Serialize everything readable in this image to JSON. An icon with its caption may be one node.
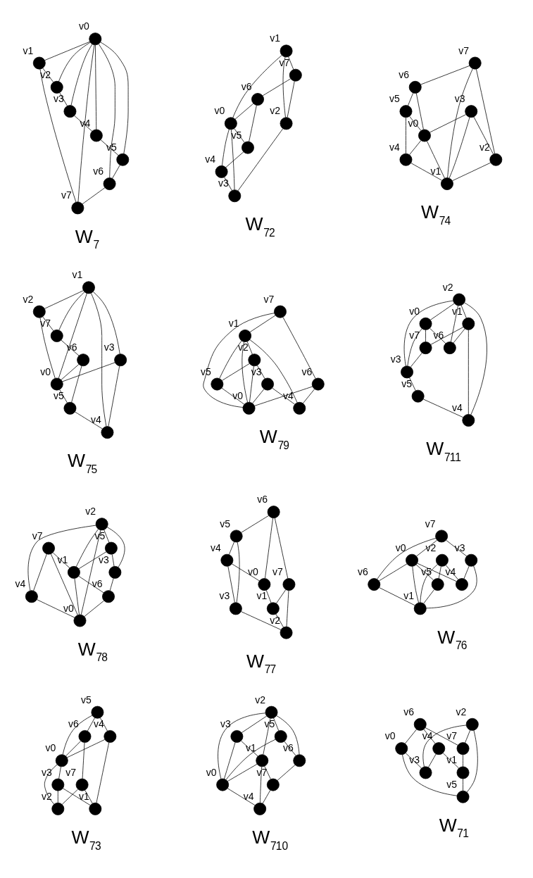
{
  "diagram": {
    "nodes": [
      {
        "text": [],
        "shape": "circle",
        "beside": [
          "v0"
        ]
      },
      {
        "text": [],
        "shape": "circle",
        "beside": [
          "v1"
        ]
      },
      {
        "text": [],
        "shape": "circle",
        "beside": [
          "v2"
        ]
      },
      {
        "text": [],
        "shape": "circle",
        "beside": [
          "v3"
        ]
      },
      {
        "text": [],
        "shape": "circle",
        "beside": [
          "v4"
        ]
      },
      {
        "text": [],
        "shape": "circle",
        "beside": [
          "v5"
        ]
      },
      {
        "text": [],
        "shape": "circle",
        "beside": [
          "v6"
        ]
      },
      {
        "text": [],
        "shape": "circle",
        "beside": [
          "v7"
        ]
      },
      {
        "text": [],
        "shape": "circle",
        "beside": [
          "v0"
        ]
      },
      {
        "text": [],
        "shape": "circle",
        "beside": [
          "v1"
        ]
      },
      {
        "text": [],
        "shape": "circle",
        "beside": [
          "v2"
        ]
      },
      {
        "text": [],
        "shape": "circle",
        "beside": [
          "v3"
        ]
      },
      {
        "text": [],
        "shape": "circle",
        "beside": [
          "v4"
        ]
      },
      {
        "text": [],
        "shape": "circle",
        "beside": [
          "v5"
        ]
      },
      {
        "text": [],
        "shape": "circle",
        "beside": [
          "v6"
        ]
      },
      {
        "text": [],
        "shape": "circle",
        "beside": [
          "v7"
        ]
      },
      {
        "text": [],
        "shape": "circle",
        "beside": [
          "v0"
        ]
      },
      {
        "text": [],
        "shape": "circle",
        "beside": [
          "v1"
        ]
      },
      {
        "text": [],
        "shape": "circle",
        "beside": [
          "v2"
        ]
      },
      {
        "text": [],
        "shape": "circle",
        "beside": [
          "v3"
        ]
      },
      {
        "text": [],
        "shape": "circle",
        "beside": [
          "v4"
        ]
      },
      {
        "text": [],
        "shape": "circle",
        "beside": [
          "v5"
        ]
      },
      {
        "text": [],
        "shape": "circle",
        "beside": [
          "v6"
        ]
      },
      {
        "text": [],
        "shape": "circle",
        "beside": [
          "v7"
        ]
      },
      {
        "text": [],
        "shape": "circle",
        "beside": [
          "v0"
        ]
      },
      {
        "text": [],
        "shape": "circle",
        "beside": [
          "v1"
        ]
      },
      {
        "text": [],
        "shape": "circle",
        "beside": [
          "v2"
        ]
      },
      {
        "text": [],
        "shape": "circle",
        "beside": [
          "v3"
        ]
      },
      {
        "text": [],
        "shape": "circle",
        "beside": [
          "v4"
        ]
      },
      {
        "text": [],
        "shape": "circle",
        "beside": [
          "v5"
        ]
      },
      {
        "text": [],
        "shape": "circle",
        "beside": [
          "v6"
        ]
      },
      {
        "text": [],
        "shape": "circle",
        "beside": [
          "v7"
        ]
      },
      {
        "text": [],
        "shape": "circle",
        "beside": [
          "v0"
        ]
      },
      {
        "text": [],
        "shape": "circle",
        "beside": [
          "v1"
        ]
      },
      {
        "text": [],
        "shape": "circle",
        "beside": [
          "v2"
        ]
      },
      {
        "text": [],
        "shape": "circle",
        "beside": [
          "v3"
        ]
      },
      {
        "text": [],
        "shape": "circle",
        "beside": [
          "v4"
        ]
      },
      {
        "text": [],
        "shape": "circle",
        "beside": [
          "v5"
        ]
      },
      {
        "text": [],
        "shape": "circle",
        "beside": [
          "v6"
        ]
      },
      {
        "text": [],
        "shape": "circle",
        "beside": [
          "v7"
        ]
      },
      {
        "text": [],
        "shape": "circle",
        "beside": [
          "v0"
        ]
      },
      {
        "text": [],
        "shape": "circle",
        "beside": [
          "v1"
        ]
      },
      {
        "text": [],
        "shape": "circle",
        "beside": [
          "v2"
        ]
      },
      {
        "text": [],
        "shape": "circle",
        "beside": [
          "v3"
        ]
      },
      {
        "text": [],
        "shape": "circle",
        "beside": [
          "v4"
        ]
      },
      {
        "text": [],
        "shape": "circle",
        "beside": [
          "v5"
        ]
      },
      {
        "text": [],
        "shape": "circle",
        "beside": [
          "v6"
        ]
      },
      {
        "text": [],
        "shape": "circle",
        "beside": [
          "v7"
        ]
      },
      {
        "text": [],
        "shape": "circle",
        "beside": [
          "v0"
        ]
      },
      {
        "text": [],
        "shape": "circle",
        "beside": [
          "v1"
        ]
      },
      {
        "text": [],
        "shape": "circle",
        "beside": [
          "v2"
        ]
      },
      {
        "text": [],
        "shape": "circle",
        "beside": [
          "v3"
        ]
      },
      {
        "text": [],
        "shape": "circle",
        "beside": [
          "v4"
        ]
      },
      {
        "text": [],
        "shape": "circle",
        "beside": [
          "v5"
        ]
      },
      {
        "text": [],
        "shape": "circle",
        "beside": [
          "v6"
        ]
      },
      {
        "text": [],
        "shape": "circle",
        "beside": [
          "v7"
        ]
      },
      {
        "text": [],
        "shape": "circle",
        "beside": [
          "v0"
        ]
      },
      {
        "text": [],
        "shape": "circle",
        "beside": [
          "v1"
        ]
      },
      {
        "text": [],
        "shape": "circle",
        "beside": [
          "v2"
        ]
      },
      {
        "text": [],
        "shape": "circle",
        "beside": [
          "v3"
        ]
      },
      {
        "text": [],
        "shape": "circle",
        "beside": [
          "v4"
        ]
      },
      {
        "text": [],
        "shape": "circle",
        "beside": [
          "v5"
        ]
      },
      {
        "text": [],
        "shape": "circle",
        "beside": [
          "v6"
        ]
      },
      {
        "text": [],
        "shape": "circle",
        "beside": [
          "v7"
        ]
      },
      {
        "text": [],
        "shape": "circle",
        "beside": [
          "v0"
        ]
      },
      {
        "text": [],
        "shape": "circle",
        "beside": [
          "v1"
        ]
      },
      {
        "text": [],
        "shape": "circle",
        "beside": [
          "v2"
        ]
      },
      {
        "text": [],
        "shape": "circle",
        "beside": [
          "v3"
        ]
      },
      {
        "text": [],
        "shape": "circle",
        "beside": [
          "v4"
        ]
      },
      {
        "text": [],
        "shape": "circle",
        "beside": [
          "v5"
        ]
      },
      {
        "text": [],
        "shape": "circle",
        "beside": [
          "v6"
        ]
      },
      {
        "text": [],
        "shape": "circle",
        "beside": [
          "v7"
        ]
      },
      {
        "text": [],
        "shape": "circle",
        "beside": [
          "v0"
        ]
      },
      {
        "text": [],
        "shape": "circle",
        "beside": [
          "v1"
        ]
      },
      {
        "text": [],
        "shape": "circle",
        "beside": [
          "v2"
        ]
      },
      {
        "text": [],
        "shape": "circle",
        "beside": [
          "v3"
        ]
      },
      {
        "text": [],
        "shape": "circle",
        "beside": [
          "v4"
        ]
      },
      {
        "text": [],
        "shape": "circle",
        "beside": [
          "v5"
        ]
      },
      {
        "text": [],
        "shape": "circle",
        "beside": [
          "v6"
        ]
      },
      {
        "text": [],
        "shape": "circle",
        "beside": [
          "v7"
        ]
      },
      {
        "text": [],
        "shape": "circle",
        "beside": [
          "v0"
        ]
      },
      {
        "text": [],
        "shape": "circle",
        "beside": [
          "v1"
        ]
      },
      {
        "text": [],
        "shape": "circle",
        "beside": [
          "v2"
        ]
      },
      {
        "text": [],
        "shape": "circle",
        "beside": [
          "v3"
        ]
      },
      {
        "text": [],
        "shape": "circle",
        "beside": [
          "v4"
        ]
      },
      {
        "text": [],
        "shape": "circle",
        "beside": [
          "v5"
        ]
      },
      {
        "text": [],
        "shape": "circle",
        "beside": [
          "v6"
        ]
      },
      {
        "text": [],
        "shape": "circle",
        "beside": [
          "v7"
        ]
      },
      {
        "text": [],
        "shape": "circle",
        "beside": [
          "v0"
        ]
      },
      {
        "text": [],
        "shape": "circle",
        "beside": [
          "v1"
        ]
      },
      {
        "text": [],
        "shape": "circle",
        "beside": [
          "v2"
        ]
      },
      {
        "text": [],
        "shape": "circle",
        "beside": [
          "v3"
        ]
      },
      {
        "text": [],
        "shape": "circle",
        "beside": [
          "v4"
        ]
      },
      {
        "text": [],
        "shape": "circle",
        "beside": [
          "v5"
        ]
      },
      {
        "text": [],
        "shape": "circle",
        "beside": [
          "v6"
        ]
      },
      {
        "text": [],
        "shape": "circle",
        "beside": [
          "v7"
        ]
      }
    ],
    "edges": [
      {
        "from": 0,
        "to": 1,
        "arrow": "none"
      },
      {
        "from": 0,
        "to": 2,
        "arrow": "none"
      },
      {
        "from": 0,
        "to": 3,
        "arrow": "none"
      },
      {
        "from": 0,
        "to": 4,
        "arrow": "none"
      },
      {
        "from": 0,
        "to": 5,
        "arrow": "none"
      },
      {
        "from": 0,
        "to": 6,
        "arrow": "none"
      },
      {
        "from": 0,
        "to": 7,
        "arrow": "none"
      },
      {
        "from": 1,
        "to": 2,
        "arrow": "none"
      },
      {
        "from": 2,
        "to": 3,
        "arrow": "none"
      },
      {
        "from": 3,
        "to": 4,
        "arrow": "none"
      },
      {
        "from": 4,
        "to": 5,
        "arrow": "none"
      },
      {
        "from": 5,
        "to": 6,
        "arrow": "none"
      },
      {
        "from": 6,
        "to": 7,
        "arrow": "none"
      },
      {
        "from": 7,
        "to": 1,
        "arrow": "none"
      },
      {
        "from": 8,
        "to": 11,
        "arrow": "none"
      },
      {
        "from": 10,
        "to": 11,
        "arrow": "none"
      },
      {
        "from": 12,
        "to": 11,
        "arrow": "none"
      },
      {
        "from": 14,
        "to": 15,
        "arrow": "none"
      },
      {
        "from": 15,
        "to": 9,
        "arrow": "none"
      },
      {
        "from": 9,
        "to": 13,
        "arrow": "none"
      },
      {
        "from": 14,
        "to": 12,
        "arrow": "none"
      },
      {
        "from": 10,
        "to": 13,
        "arrow": "none"
      },
      {
        "from": 14,
        "to": 8,
        "arrow": "none"
      },
      {
        "from": 8,
        "to": 13,
        "arrow": "none"
      },
      {
        "from": 10,
        "to": 15,
        "arrow": "none"
      },
      {
        "from": 12,
        "to": 9,
        "arrow": "none"
      },
      {
        "from": 17,
        "to": 23,
        "arrow": "none"
      },
      {
        "from": 17,
        "to": 18,
        "arrow": "none"
      },
      {
        "from": 17,
        "to": 16,
        "arrow": "none"
      },
      {
        "from": 23,
        "to": 22,
        "arrow": "none"
      },
      {
        "from": 18,
        "to": 19,
        "arrow": "none"
      },
      {
        "from": 22,
        "to": 16,
        "arrow": "none"
      },
      {
        "from": 22,
        "to": 21,
        "arrow": "none"
      },
      {
        "from": 16,
        "to": 21,
        "arrow": "none"
      },
      {
        "from": 16,
        "to": 20,
        "arrow": "none"
      },
      {
        "from": 16,
        "to": 19,
        "arrow": "none"
      },
      {
        "from": 21,
        "to": 20,
        "arrow": "none"
      },
      {
        "from": 20,
        "to": 19,
        "arrow": "none"
      },
      {
        "from": 23,
        "to": 18,
        "arrow": "none"
      },
      {
        "from": 29,
        "to": 30,
        "arrow": "none"
      },
      {
        "from": 29,
        "to": 28,
        "arrow": "none"
      },
      {
        "from": 29,
        "to": 24,
        "arrow": "none"
      },
      {
        "from": 30,
        "to": 24,
        "arrow": "none"
      },
      {
        "from": 28,
        "to": 24,
        "arrow": "none"
      },
      {
        "from": 30,
        "to": 31,
        "arrow": "none"
      },
      {
        "from": 28,
        "to": 25,
        "arrow": "none"
      },
      {
        "from": 24,
        "to": 27,
        "arrow": "none"
      },
      {
        "from": 24,
        "to": 26,
        "arrow": "none"
      },
      {
        "from": 27,
        "to": 26,
        "arrow": "none"
      },
      {
        "from": 31,
        "to": 26,
        "arrow": "none"
      },
      {
        "from": 27,
        "to": 25,
        "arrow": "none"
      },
      {
        "from": 31,
        "to": 25,
        "arrow": "none"
      },
      {
        "from": 35,
        "to": 34,
        "arrow": "none"
      },
      {
        "from": 35,
        "to": 32,
        "arrow": "none"
      },
      {
        "from": 39,
        "to": 38,
        "arrow": "none"
      },
      {
        "from": 38,
        "to": 32,
        "arrow": "none"
      },
      {
        "from": 32,
        "to": 33,
        "arrow": "none"
      },
      {
        "from": 34,
        "to": 33,
        "arrow": "none"
      },
      {
        "from": 38,
        "to": 37,
        "arrow": "none"
      },
      {
        "from": 37,
        "to": 32,
        "arrow": "none"
      },
      {
        "from": 32,
        "to": 36,
        "arrow": "none"
      },
      {
        "from": 37,
        "to": 36,
        "arrow": "none"
      },
      {
        "from": 36,
        "to": 33,
        "arrow": "none"
      },
      {
        "from": 39,
        "to": 33,
        "arrow": "none"
      },
      {
        "from": 39,
        "to": 34,
        "arrow": "none"
      },
      {
        "from": 35,
        "to": 33,
        "arrow": "none"
      },
      {
        "from": 41,
        "to": 42,
        "arrow": "none"
      },
      {
        "from": 41,
        "to": 40,
        "arrow": "none"
      },
      {
        "from": 41,
        "to": 43,
        "arrow": "none"
      },
      {
        "from": 42,
        "to": 40,
        "arrow": "none"
      },
      {
        "from": 43,
        "to": 40,
        "arrow": "none"
      },
      {
        "from": 42,
        "to": 47,
        "arrow": "none"
      },
      {
        "from": 43,
        "to": 44,
        "arrow": "none"
      },
      {
        "from": 47,
        "to": 46,
        "arrow": "none"
      },
      {
        "from": 46,
        "to": 40,
        "arrow": "none"
      },
      {
        "from": 40,
        "to": 45,
        "arrow": "none"
      },
      {
        "from": 46,
        "to": 45,
        "arrow": "none"
      },
      {
        "from": 45,
        "to": 44,
        "arrow": "none"
      },
      {
        "from": 41,
        "to": 47,
        "arrow": "none"
      },
      {
        "from": 41,
        "to": 44,
        "arrow": "none"
      },
      {
        "from": 55,
        "to": 48,
        "arrow": "none"
      },
      {
        "from": 48,
        "to": 54,
        "arrow": "none"
      },
      {
        "from": 55,
        "to": 51,
        "arrow": "none"
      },
      {
        "from": 54,
        "to": 49,
        "arrow": "none"
      },
      {
        "from": 50,
        "to": 49,
        "arrow": "none"
      },
      {
        "from": 50,
        "to": 53,
        "arrow": "none"
      },
      {
        "from": 50,
        "to": 52,
        "arrow": "none"
      },
      {
        "from": 55,
        "to": 54,
        "arrow": "none"
      },
      {
        "from": 48,
        "to": 52,
        "arrow": "none"
      },
      {
        "from": 48,
        "to": 49,
        "arrow": "none"
      },
      {
        "from": 48,
        "to": 53,
        "arrow": "none"
      },
      {
        "from": 51,
        "to": 52,
        "arrow": "none"
      },
      {
        "from": 51,
        "to": 49,
        "arrow": "none"
      },
      {
        "from": 53,
        "to": 49,
        "arrow": "none"
      },
      {
        "from": 62,
        "to": 61,
        "arrow": "none"
      },
      {
        "from": 62,
        "to": 63,
        "arrow": "none"
      },
      {
        "from": 62,
        "to": 56,
        "arrow": "none"
      },
      {
        "from": 61,
        "to": 60,
        "arrow": "none"
      },
      {
        "from": 60,
        "to": 56,
        "arrow": "none"
      },
      {
        "from": 56,
        "to": 57,
        "arrow": "none"
      },
      {
        "from": 63,
        "to": 57,
        "arrow": "none"
      },
      {
        "from": 60,
        "to": 59,
        "arrow": "none"
      },
      {
        "from": 57,
        "to": 58,
        "arrow": "none"
      },
      {
        "from": 59,
        "to": 58,
        "arrow": "none"
      },
      {
        "from": 61,
        "to": 59,
        "arrow": "none"
      },
      {
        "from": 63,
        "to": 58,
        "arrow": "none"
      },
      {
        "from": 66,
        "to": 69,
        "arrow": "none"
      },
      {
        "from": 66,
        "to": 65,
        "arrow": "none"
      },
      {
        "from": 69,
        "to": 65,
        "arrow": "none"
      },
      {
        "from": 71,
        "to": 65,
        "arrow": "none"
      },
      {
        "from": 69,
        "to": 67,
        "arrow": "none"
      },
      {
        "from": 67,
        "to": 70,
        "arrow": "none"
      },
      {
        "from": 65,
        "to": 70,
        "arrow": "none"
      },
      {
        "from": 65,
        "to": 64,
        "arrow": "none"
      },
      {
        "from": 70,
        "to": 64,
        "arrow": "none"
      },
      {
        "from": 71,
        "to": 68,
        "arrow": "none"
      },
      {
        "from": 68,
        "to": 64,
        "arrow": "none"
      },
      {
        "from": 66,
        "to": 67,
        "arrow": "none"
      },
      {
        "from": 66,
        "to": 68,
        "arrow": "none"
      },
      {
        "from": 66,
        "to": 64,
        "arrow": "none"
      },
      {
        "from": 71,
        "to": 64,
        "arrow": "none"
      },
      {
        "from": 79,
        "to": 78,
        "arrow": "none"
      },
      {
        "from": 79,
        "to": 73,
        "arrow": "none"
      },
      {
        "from": 74,
        "to": 75,
        "arrow": "none"
      },
      {
        "from": 74,
        "to": 72,
        "arrow": "none"
      },
      {
        "from": 75,
        "to": 72,
        "arrow": "none"
      },
      {
        "from": 75,
        "to": 76,
        "arrow": "none"
      },
      {
        "from": 73,
        "to": 77,
        "arrow": "none"
      },
      {
        "from": 73,
        "to": 74,
        "arrow": "none"
      },
      {
        "from": 79,
        "to": 72,
        "arrow": "none"
      },
      {
        "from": 78,
        "to": 76,
        "arrow": "none"
      },
      {
        "from": 78,
        "to": 72,
        "arrow": "none"
      },
      {
        "from": 74,
        "to": 77,
        "arrow": "none"
      },
      {
        "from": 73,
        "to": 76,
        "arrow": "none"
      },
      {
        "from": 73,
        "to": 72,
        "arrow": "none"
      },
      {
        "from": 77,
        "to": 72,
        "arrow": "none"
      },
      {
        "from": 82,
        "to": 83,
        "arrow": "none"
      },
      {
        "from": 83,
        "to": 81,
        "arrow": "none"
      },
      {
        "from": 83,
        "to": 80,
        "arrow": "none"
      },
      {
        "from": 82,
        "to": 80,
        "arrow": "none"
      },
      {
        "from": 81,
        "to": 80,
        "arrow": "none"
      },
      {
        "from": 82,
        "to": 85,
        "arrow": "none"
      },
      {
        "from": 85,
        "to": 80,
        "arrow": "none"
      },
      {
        "from": 80,
        "to": 84,
        "arrow": "none"
      },
      {
        "from": 81,
        "to": 84,
        "arrow": "none"
      },
      {
        "from": 85,
        "to": 86,
        "arrow": "none"
      },
      {
        "from": 86,
        "to": 87,
        "arrow": "none"
      },
      {
        "from": 87,
        "to": 84,
        "arrow": "none"
      },
      {
        "from": 82,
        "to": 81,
        "arrow": "none"
      },
      {
        "from": 82,
        "to": 86,
        "arrow": "none"
      },
      {
        "from": 81,
        "to": 87,
        "arrow": "none"
      },
      {
        "from": 90,
        "to": 89,
        "arrow": "none"
      },
      {
        "from": 89,
        "to": 94,
        "arrow": "none"
      },
      {
        "from": 90,
        "to": 94,
        "arrow": "none"
      },
      {
        "from": 88,
        "to": 94,
        "arrow": "none"
      },
      {
        "from": 95,
        "to": 91,
        "arrow": "none"
      },
      {
        "from": 91,
        "to": 93,
        "arrow": "none"
      },
      {
        "from": 93,
        "to": 92,
        "arrow": "none"
      },
      {
        "from": 90,
        "to": 88,
        "arrow": "none"
      },
      {
        "from": 89,
        "to": 95,
        "arrow": "none"
      },
      {
        "from": 89,
        "to": 92,
        "arrow": "none"
      },
      {
        "from": 90,
        "to": 92,
        "arrow": "none"
      },
      {
        "from": 88,
        "to": 95,
        "arrow": "none"
      },
      {
        "from": 90,
        "to": 91,
        "arrow": "none"
      },
      {
        "from": 88,
        "to": 91,
        "arrow": "none"
      }
    ],
    "labels": [
      "W$_{7}$",
      "W$_{7}$$_{1}$",
      "W$_{7}$$_{2}$",
      "W$_{7}$$_{3}$",
      "W$_{7}$$_{4}$",
      "W$_{7}$$_{5}$",
      "W$_{7}$$_{6}$",
      "W$_{7}$$_{7}$",
      "W$_{7}$$_{8}$",
      "W$_{7}$$_{9}$",
      "W$_{7}$$_{10}$",
      "W$_{7}$$_{11}$"
    ]
  }
}
